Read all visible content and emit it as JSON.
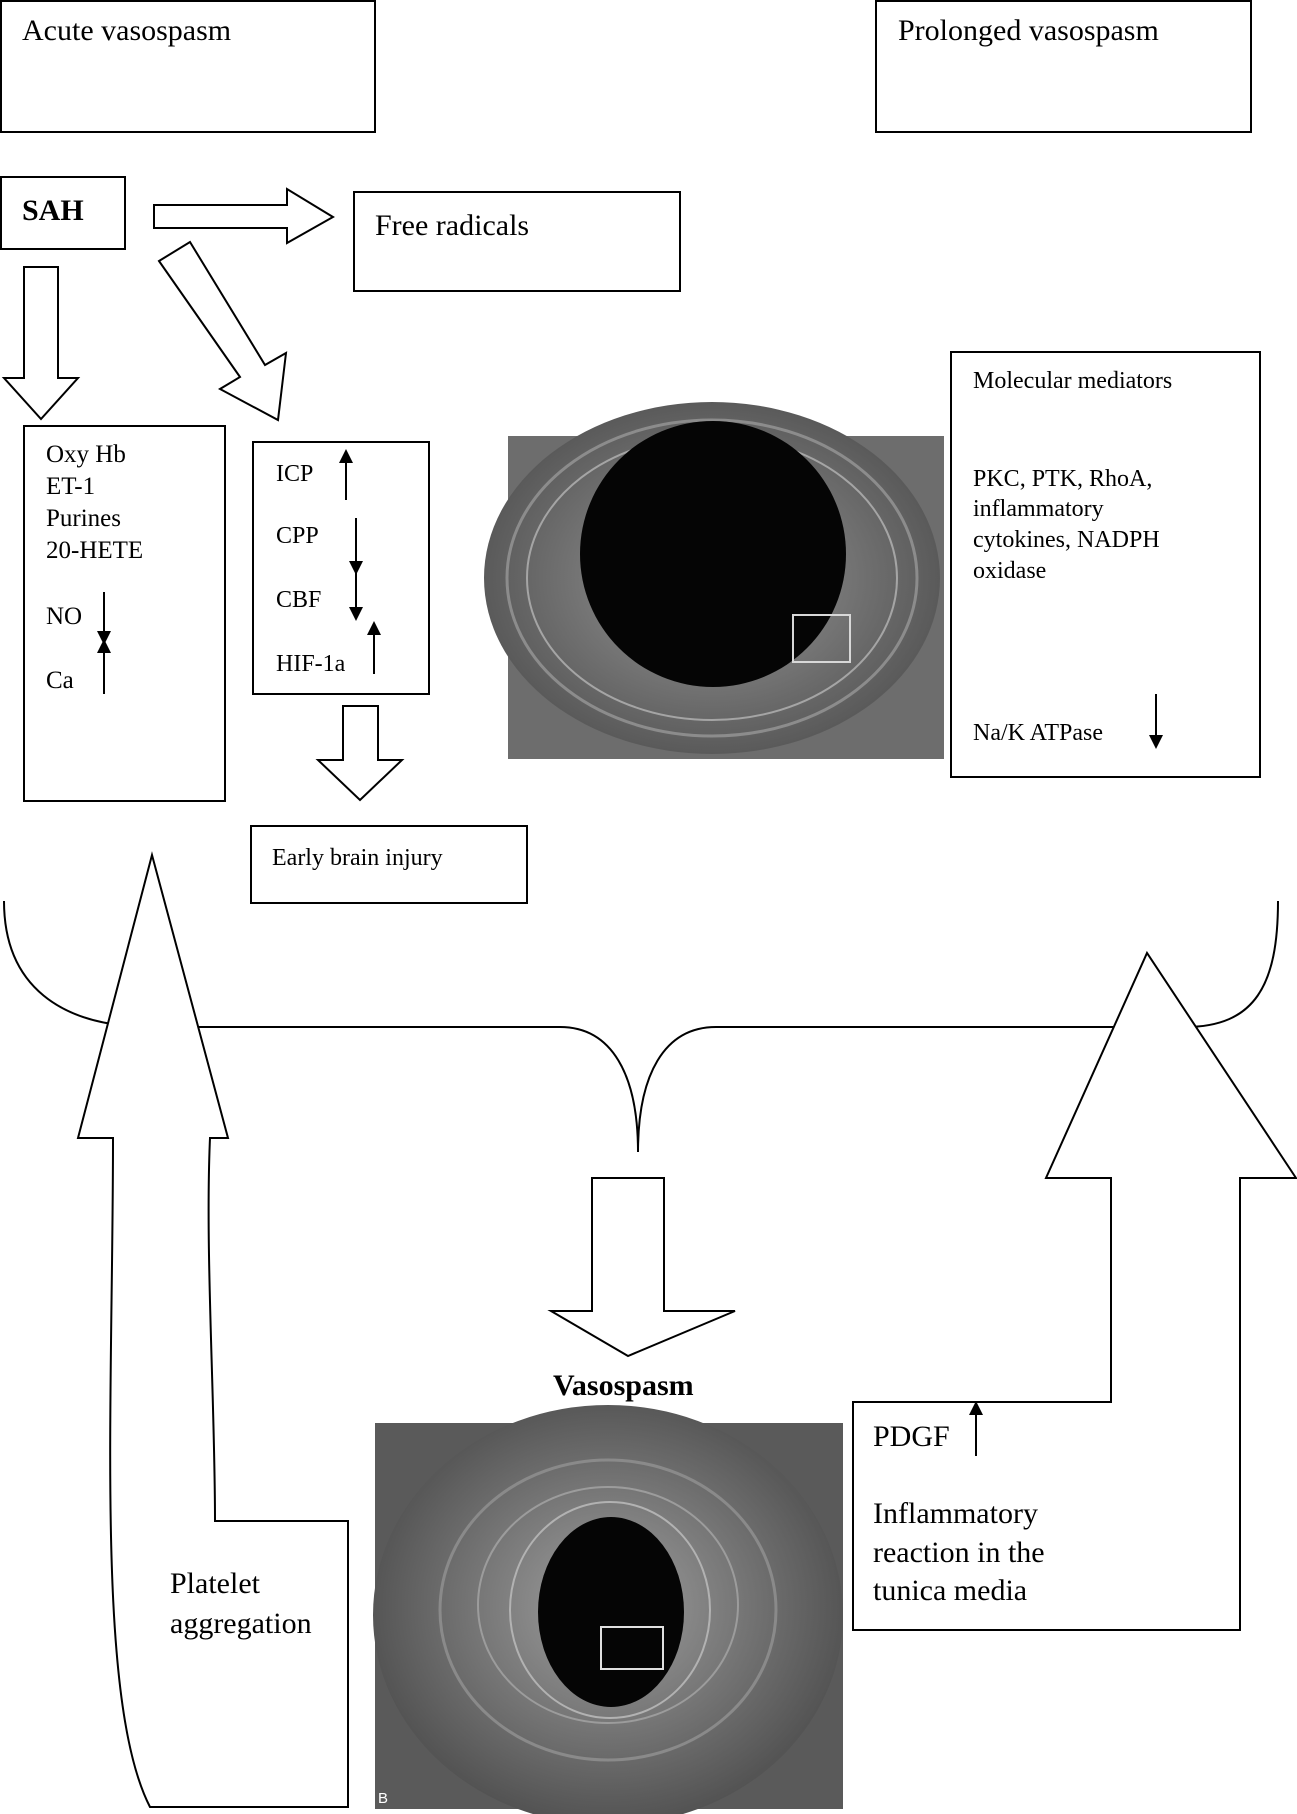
{
  "header": {
    "acute_label": "Acute vasospasm",
    "prolonged_label": "Prolonged vasospasm"
  },
  "sah": {
    "label": "SAH"
  },
  "free_radicals": {
    "label": "Free radicals"
  },
  "mediators_left": {
    "items": [
      "Oxy Hb",
      "ET-1",
      "Purines",
      "20-HETE"
    ],
    "no_label": "NO",
    "ca_label": "Ca"
  },
  "pressures": {
    "icp_label": "ICP",
    "cpp_label": "CPP",
    "cbf_label": "CBF",
    "hif_label": "HIF-1a"
  },
  "early_brain_injury": {
    "label": "Early brain injury"
  },
  "molecular": {
    "title": "Molecular mediators",
    "lines": [
      "PKC, PTK, RhoA,",
      "inflammatory",
      "cytokines, NADPH",
      "oxidase"
    ],
    "nak_label": "Na/K ATPase"
  },
  "vasospasm": {
    "label": "Vasospasm"
  },
  "platelet": {
    "lines": [
      "Platelet",
      "aggregation"
    ]
  },
  "inflammation": {
    "pdgf_label": "PDGF",
    "lines": [
      "Inflammatory",
      "reaction in the",
      "tunica media"
    ]
  },
  "micrograph_bottom": {
    "panel_letter": "B"
  }
}
